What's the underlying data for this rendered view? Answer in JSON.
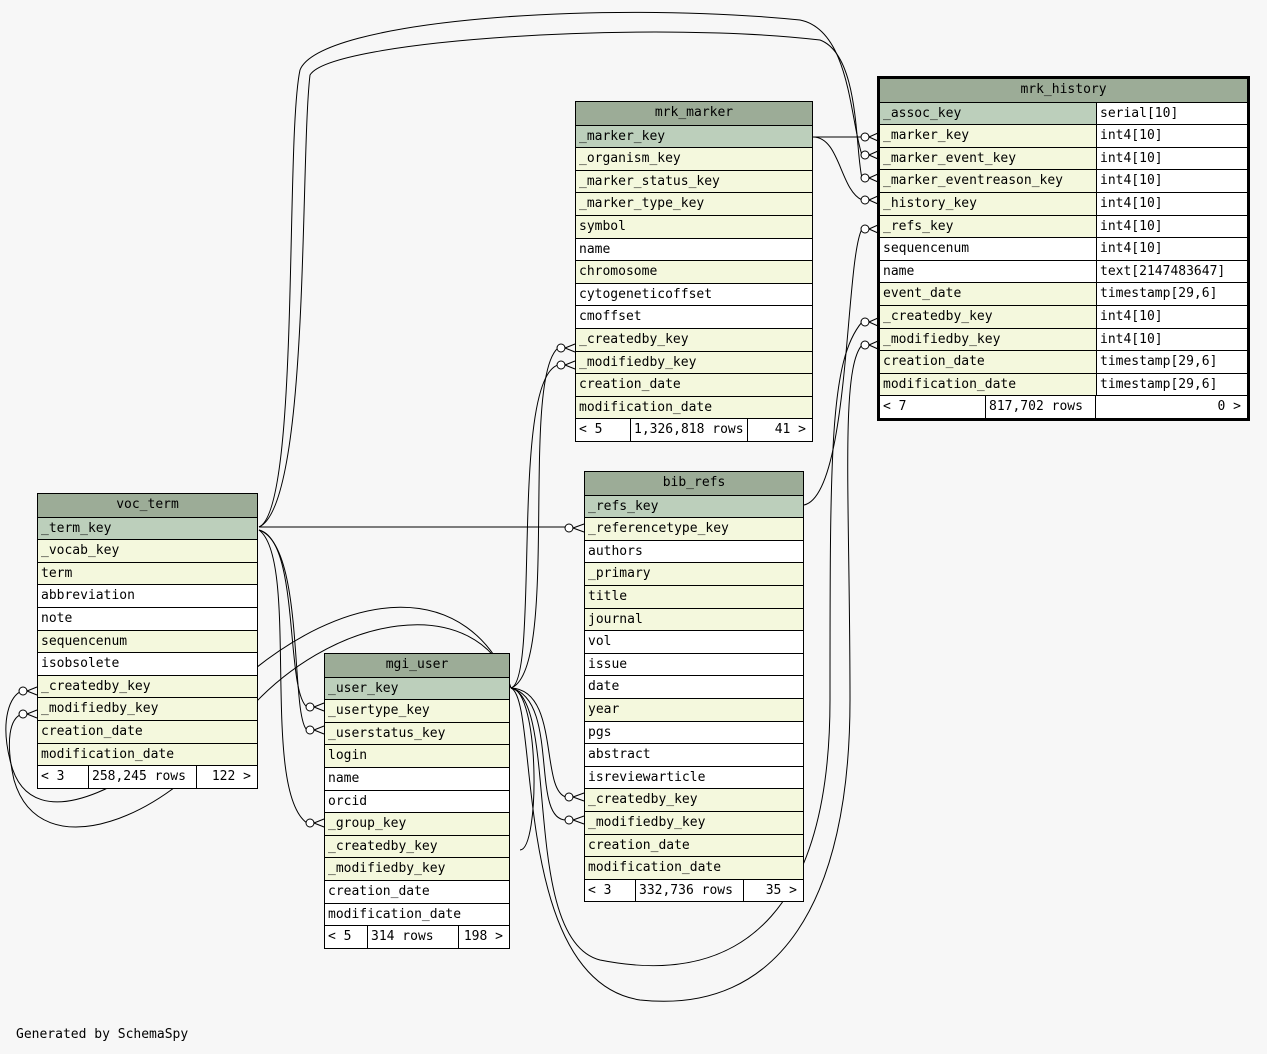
{
  "tables": {
    "mrk_history": {
      "name": "mrk_history",
      "columns": [
        {
          "name": "_assoc_key",
          "type": "serial[10]",
          "kind": "pk"
        },
        {
          "name": "_marker_key",
          "type": "int4[10]",
          "kind": "fk"
        },
        {
          "name": "_marker_event_key",
          "type": "int4[10]",
          "kind": "fk"
        },
        {
          "name": "_marker_eventreason_key",
          "type": "int4[10]",
          "kind": "fk"
        },
        {
          "name": "_history_key",
          "type": "int4[10]",
          "kind": "fk"
        },
        {
          "name": "_refs_key",
          "type": "int4[10]",
          "kind": "fk"
        },
        {
          "name": "sequencenum",
          "type": "int4[10]",
          "kind": "plain"
        },
        {
          "name": "name",
          "type": "text[2147483647]",
          "kind": "plain"
        },
        {
          "name": "event_date",
          "type": "timestamp[29,6]",
          "kind": "fk"
        },
        {
          "name": "_createdby_key",
          "type": "int4[10]",
          "kind": "fk"
        },
        {
          "name": "_modifiedby_key",
          "type": "int4[10]",
          "kind": "fk"
        },
        {
          "name": "creation_date",
          "type": "timestamp[29,6]",
          "kind": "fk"
        },
        {
          "name": "modification_date",
          "type": "timestamp[29,6]",
          "kind": "fk"
        }
      ],
      "footer": {
        "parents": "< 7",
        "rows": "817,702 rows",
        "children": "0 >"
      }
    },
    "mrk_marker": {
      "name": "mrk_marker",
      "columns": [
        {
          "name": "_marker_key",
          "kind": "pk"
        },
        {
          "name": "_organism_key",
          "kind": "fk"
        },
        {
          "name": "_marker_status_key",
          "kind": "fk"
        },
        {
          "name": "_marker_type_key",
          "kind": "fk"
        },
        {
          "name": "symbol",
          "kind": "fk"
        },
        {
          "name": "name",
          "kind": "plain"
        },
        {
          "name": "chromosome",
          "kind": "fk"
        },
        {
          "name": "cytogeneticoffset",
          "kind": "plain"
        },
        {
          "name": "cmoffset",
          "kind": "plain"
        },
        {
          "name": "_createdby_key",
          "kind": "fk"
        },
        {
          "name": "_modifiedby_key",
          "kind": "fk"
        },
        {
          "name": "creation_date",
          "kind": "fk"
        },
        {
          "name": "modification_date",
          "kind": "fk"
        }
      ],
      "footer": {
        "parents": "< 5",
        "rows": "1,326,818 rows",
        "children": "41 >"
      }
    },
    "bib_refs": {
      "name": "bib_refs",
      "columns": [
        {
          "name": "_refs_key",
          "kind": "pk"
        },
        {
          "name": "_referencetype_key",
          "kind": "fk"
        },
        {
          "name": "authors",
          "kind": "plain"
        },
        {
          "name": "_primary",
          "kind": "fk"
        },
        {
          "name": "title",
          "kind": "fk"
        },
        {
          "name": "journal",
          "kind": "fk"
        },
        {
          "name": "vol",
          "kind": "plain"
        },
        {
          "name": "issue",
          "kind": "plain"
        },
        {
          "name": "date",
          "kind": "plain"
        },
        {
          "name": "year",
          "kind": "fk"
        },
        {
          "name": "pgs",
          "kind": "plain"
        },
        {
          "name": "abstract",
          "kind": "plain"
        },
        {
          "name": "isreviewarticle",
          "kind": "plain"
        },
        {
          "name": "_createdby_key",
          "kind": "fk"
        },
        {
          "name": "_modifiedby_key",
          "kind": "fk"
        },
        {
          "name": "creation_date",
          "kind": "fk"
        },
        {
          "name": "modification_date",
          "kind": "fk"
        }
      ],
      "footer": {
        "parents": "< 3",
        "rows": "332,736 rows",
        "children": "35 >"
      }
    },
    "voc_term": {
      "name": "voc_term",
      "columns": [
        {
          "name": "_term_key",
          "kind": "pk"
        },
        {
          "name": "_vocab_key",
          "kind": "fk"
        },
        {
          "name": "term",
          "kind": "fk"
        },
        {
          "name": "abbreviation",
          "kind": "plain"
        },
        {
          "name": "note",
          "kind": "plain"
        },
        {
          "name": "sequencenum",
          "kind": "fk"
        },
        {
          "name": "isobsolete",
          "kind": "plain"
        },
        {
          "name": "_createdby_key",
          "kind": "fk"
        },
        {
          "name": "_modifiedby_key",
          "kind": "fk"
        },
        {
          "name": "creation_date",
          "kind": "fk"
        },
        {
          "name": "modification_date",
          "kind": "fk"
        }
      ],
      "footer": {
        "parents": "< 3",
        "rows": "258,245 rows",
        "children": "122 >"
      }
    },
    "mgi_user": {
      "name": "mgi_user",
      "columns": [
        {
          "name": "_user_key",
          "kind": "pk"
        },
        {
          "name": "_usertype_key",
          "kind": "fk"
        },
        {
          "name": "_userstatus_key",
          "kind": "fk"
        },
        {
          "name": "login",
          "kind": "fk"
        },
        {
          "name": "name",
          "kind": "plain"
        },
        {
          "name": "orcid",
          "kind": "plain"
        },
        {
          "name": "_group_key",
          "kind": "fk"
        },
        {
          "name": "_createdby_key",
          "kind": "fk"
        },
        {
          "name": "_modifiedby_key",
          "kind": "fk"
        },
        {
          "name": "creation_date",
          "kind": "plain"
        },
        {
          "name": "modification_date",
          "kind": "plain"
        }
      ],
      "footer": {
        "parents": "< 5",
        "rows": "314 rows",
        "children": "198 >"
      }
    }
  },
  "credit": "Generated by SchemaSpy"
}
